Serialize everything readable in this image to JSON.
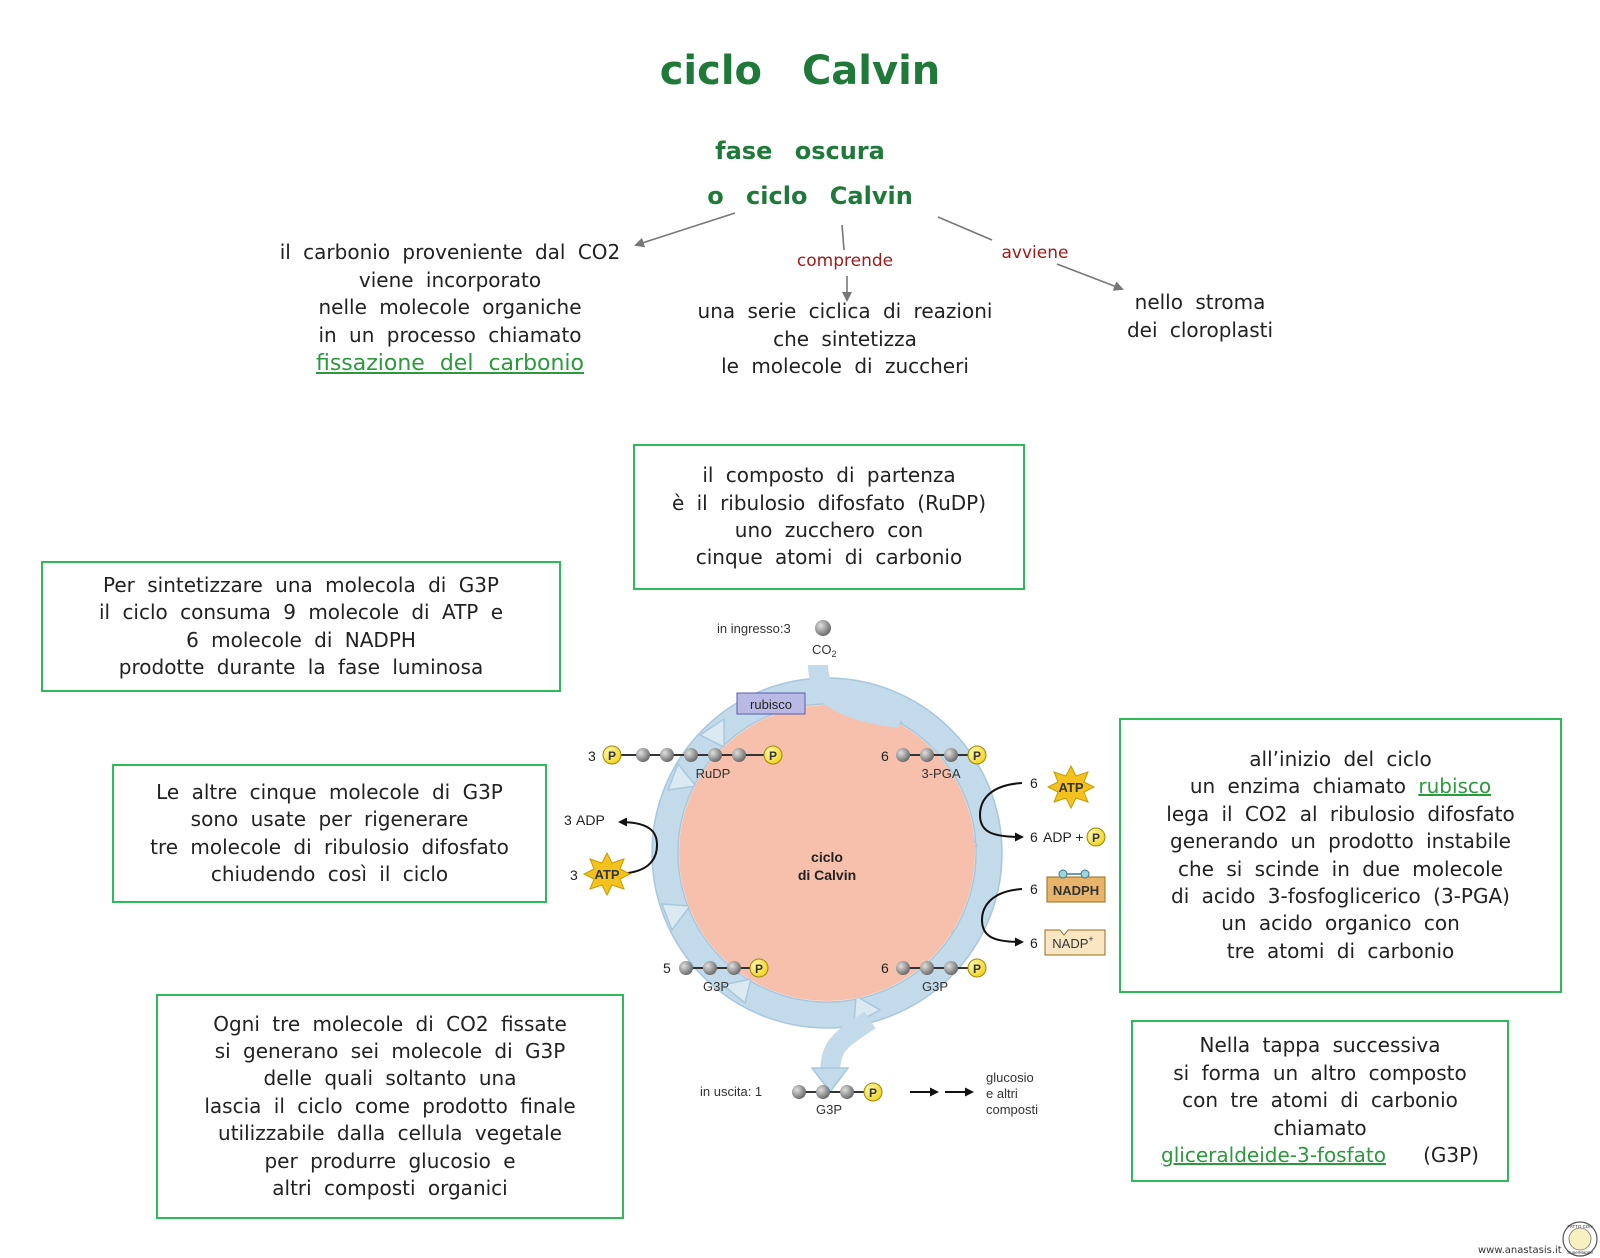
{
  "title": "ciclo Calvin",
  "center": {
    "line1": "fase oscura",
    "line2": "o ciclo Calvin"
  },
  "branches": {
    "left": {
      "lines": [
        "il carbonio proveniente dal CO2",
        "viene incorporato",
        "nelle molecole organiche",
        "in un processo chiamato"
      ],
      "term": "fissazione del carbonio"
    },
    "middle": {
      "label": "comprende",
      "lines": [
        "una serie ciclica di reazioni",
        "che sintetizza",
        "le molecole di zuccheri"
      ]
    },
    "right": {
      "label": "avviene",
      "lines": [
        "nello stroma",
        "dei cloroplasti"
      ]
    }
  },
  "boxes": {
    "start_compound": [
      "il composto di partenza",
      "è il ribulosio difosfato (RuDP)",
      "uno zucchero con",
      "cinque atomi di carbonio"
    ],
    "consumption": [
      "Per sintetizzare una molecola di G3P",
      "il ciclo consuma 9 molecole di ATP e",
      "6 molecole di NADPH",
      "prodotte durante la fase luminosa"
    ],
    "regeneration": [
      "Le altre cinque molecole di G3P",
      "sono usate per rigenerare",
      "tre molecole di ribulosio difosfato",
      "chiudendo così il ciclo"
    ],
    "output": [
      "Ogni tre molecole di CO2 fissate",
      "si generano sei molecole di G3P",
      "delle quali soltanto una",
      "lascia il ciclo come prodotto finale",
      "utilizzabile dalla cellula vegetale",
      "per produrre glucosio e",
      "altri composti organici"
    ],
    "rubisco": {
      "line1": "all’inizio del ciclo",
      "line2_prefix": "un enzima chiamato",
      "line2_term": "rubisco",
      "lines": [
        "lega il CO2 al ribulosio difosfato",
        "generando un prodotto instabile",
        "che si scinde in due molecole",
        "di acido 3-fosfoglicerico (3-PGA)",
        "un acido organico con",
        "tre atomi di carbonio"
      ]
    },
    "g3p": {
      "lines": [
        "Nella tappa successiva",
        "si forma un altro composto",
        "con tre atomi di carbonio",
        "chiamato"
      ],
      "term": "gliceraldeide-3-fosfato",
      "abbr": "(G3P)"
    }
  },
  "cycle": {
    "center_label": [
      "ciclo",
      "di Calvin"
    ],
    "input_label": "in ingresso:3",
    "input_molecule": "CO",
    "input_subscript": "2",
    "enzyme": "rubisco",
    "rudp": {
      "count": "3",
      "name": "RuDP"
    },
    "pga": {
      "count": "6",
      "name": "3-PGA"
    },
    "atp_top": {
      "count": "6",
      "name": "ATP"
    },
    "adp_right": {
      "count": "6",
      "name": "ADP +"
    },
    "nadph": {
      "count": "6",
      "name": "NADPH"
    },
    "nadp": {
      "count": "6",
      "name": "NADP",
      "sup": "+"
    },
    "g3p_right": {
      "count": "6",
      "name": "G3P"
    },
    "g3p_left": {
      "count": "5",
      "name": "G3P"
    },
    "adp_left": {
      "count": "3",
      "name": "ADP"
    },
    "atp_left": {
      "count": "3",
      "name": "ATP"
    },
    "output_label": "in uscita: 1",
    "output_g3p": "G3P",
    "phosphate": "P",
    "products": [
      "glucosio",
      "e altri",
      "composti"
    ]
  },
  "footer": {
    "site": "www.anastasis.it",
    "badge": [
      "FATTO CON",
      "SuperMappe"
    ]
  },
  "colors": {
    "title_green": "#1f7a3a",
    "box_border": "#2dbb5a",
    "label_red": "#a11a1a",
    "cycle_fill": "#f6c0ad",
    "arrow_blue": "#bcd6e6",
    "phosphate_yellow": "#f7e24a"
  }
}
